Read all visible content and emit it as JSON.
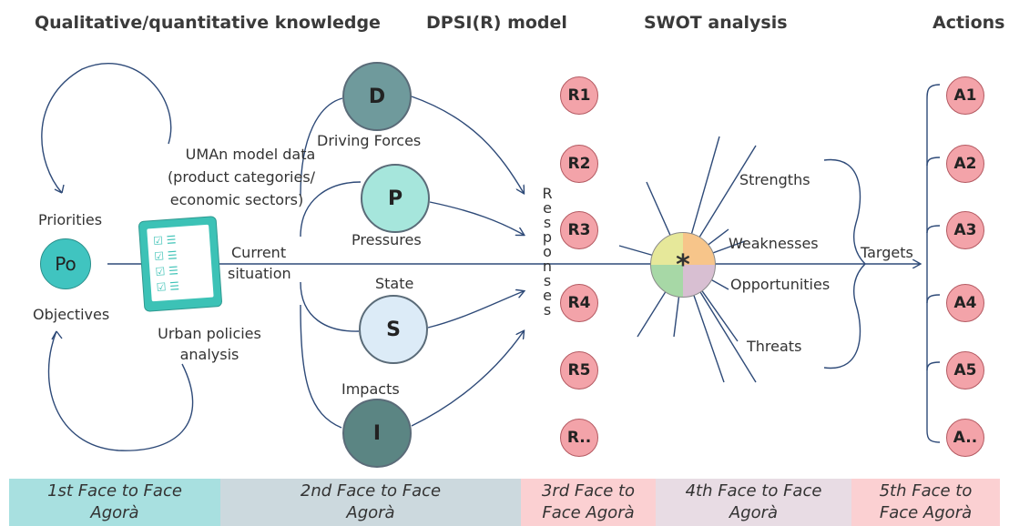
{
  "headers": {
    "knowledge": "Qualitative/quantitative knowledge",
    "dpsir": "DPSI(R) model",
    "swot": "SWOT analysis",
    "actions": "Actions"
  },
  "left": {
    "priorities": "Priorities",
    "objectives": "Objectives",
    "po": "Po",
    "uman_line1": "UMAn model data",
    "uman_line2": "(product categories/",
    "uman_line3": "economic sectors)",
    "urban_line1": "Urban policies",
    "urban_line2": "analysis",
    "current_line1": "Current",
    "current_line2": "situation"
  },
  "dpsi": {
    "d": "D",
    "d_label": "Driving Forces",
    "p": "P",
    "p_label": "Pressures",
    "s": "S",
    "s_label": "State",
    "i": "I",
    "i_label": "Impacts"
  },
  "responses_word": [
    "R",
    "e",
    "s",
    "p",
    "o",
    "n",
    "s",
    "e",
    "s"
  ],
  "responses": [
    "R1",
    "R2",
    "R3",
    "R4",
    "R5",
    "R.."
  ],
  "swot": {
    "strengths": "Strengths",
    "weaknesses": "Weaknesses",
    "opportunities": "Opportunities",
    "threats": "Threats",
    "center": "*"
  },
  "targets": "Targets",
  "actions": [
    "A1",
    "A2",
    "A3",
    "A4",
    "A5",
    "A.."
  ],
  "bands": [
    {
      "line1": "1st Face to Face",
      "line2": "Agorà",
      "color": "#a8e0e0"
    },
    {
      "line1": "2nd Face to Face",
      "line2": "Agorà",
      "color": "#ccd9de"
    },
    {
      "line1": "3rd Face to",
      "line2": "Face Agorà",
      "color": "#fbd0d2"
    },
    {
      "line1": "4th Face to Face",
      "line2": "Agorà",
      "color": "#e8dce4"
    },
    {
      "line1": "5th Face to",
      "line2": "Face Agorà",
      "color": "#fbd0d2"
    }
  ],
  "colors": {
    "arrow": "#2e4a78",
    "po_fill": "#40c4c0",
    "d_fill": "#6f9a9c",
    "p_fill": "#a6e6dc",
    "s_fill": "#dcebf7",
    "i_fill": "#5b8583",
    "response_fill": "#f3a3a9",
    "checklist": "#3cc2b6"
  }
}
